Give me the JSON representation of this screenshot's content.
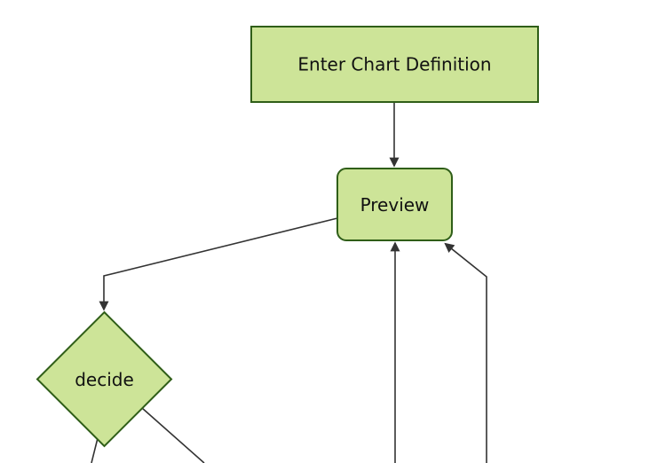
{
  "diagram": {
    "type": "flowchart",
    "direction": "top-down",
    "nodes": [
      {
        "id": "A",
        "label": "Enter Chart Definition",
        "shape": "rectangle"
      },
      {
        "id": "B",
        "label": "Preview",
        "shape": "rounded-rectangle"
      },
      {
        "id": "C",
        "label": "decide",
        "shape": "diamond"
      }
    ],
    "edges": [
      {
        "from": "A",
        "to": "B",
        "arrow": true
      },
      {
        "from": "B",
        "to": "C",
        "arrow": true
      },
      {
        "from": "offscreen-bottom-1",
        "to": "B",
        "arrow": true
      },
      {
        "from": "offscreen-bottom-2",
        "to": "B",
        "arrow": true
      },
      {
        "from": "C",
        "to": "offscreen-bottom-left",
        "arrow": false
      },
      {
        "from": "C",
        "to": "offscreen-bottom-right",
        "arrow": false
      }
    ]
  },
  "theme": {
    "background": "#ffffff",
    "node_fill": "#cde498",
    "node_stroke": "#2f5e18",
    "edge_color": "#333333",
    "text_color": "#111111"
  }
}
